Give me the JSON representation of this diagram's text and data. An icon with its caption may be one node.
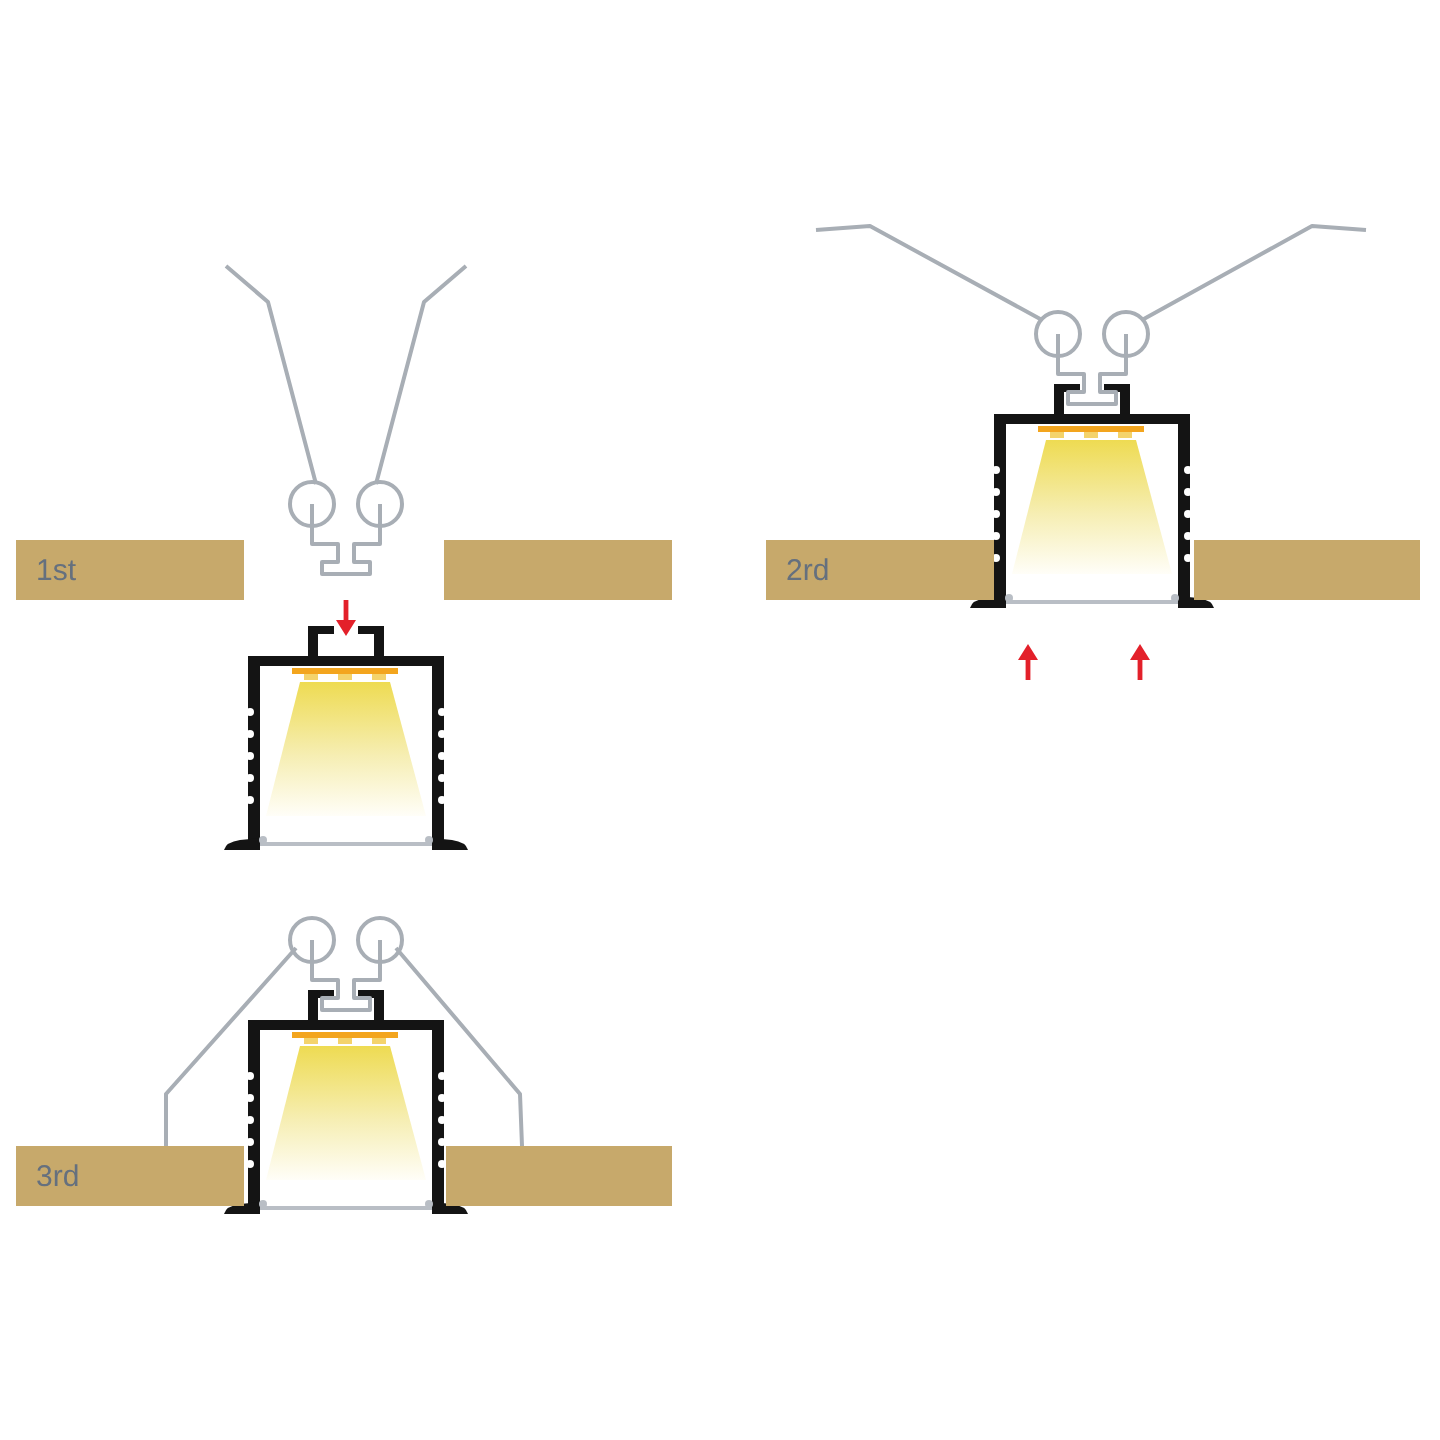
{
  "diagram": {
    "nodes": [
      {
        "text": [
          "1st"
        ]
      },
      {
        "text": [],
        "shape": "bar"
      },
      {
        "text": [
          "2rd"
        ]
      },
      {
        "text": [],
        "shape": "bar"
      },
      {
        "text": [
          "3rd"
        ]
      },
      {
        "text": [],
        "shape": "bar"
      }
    ]
  }
}
